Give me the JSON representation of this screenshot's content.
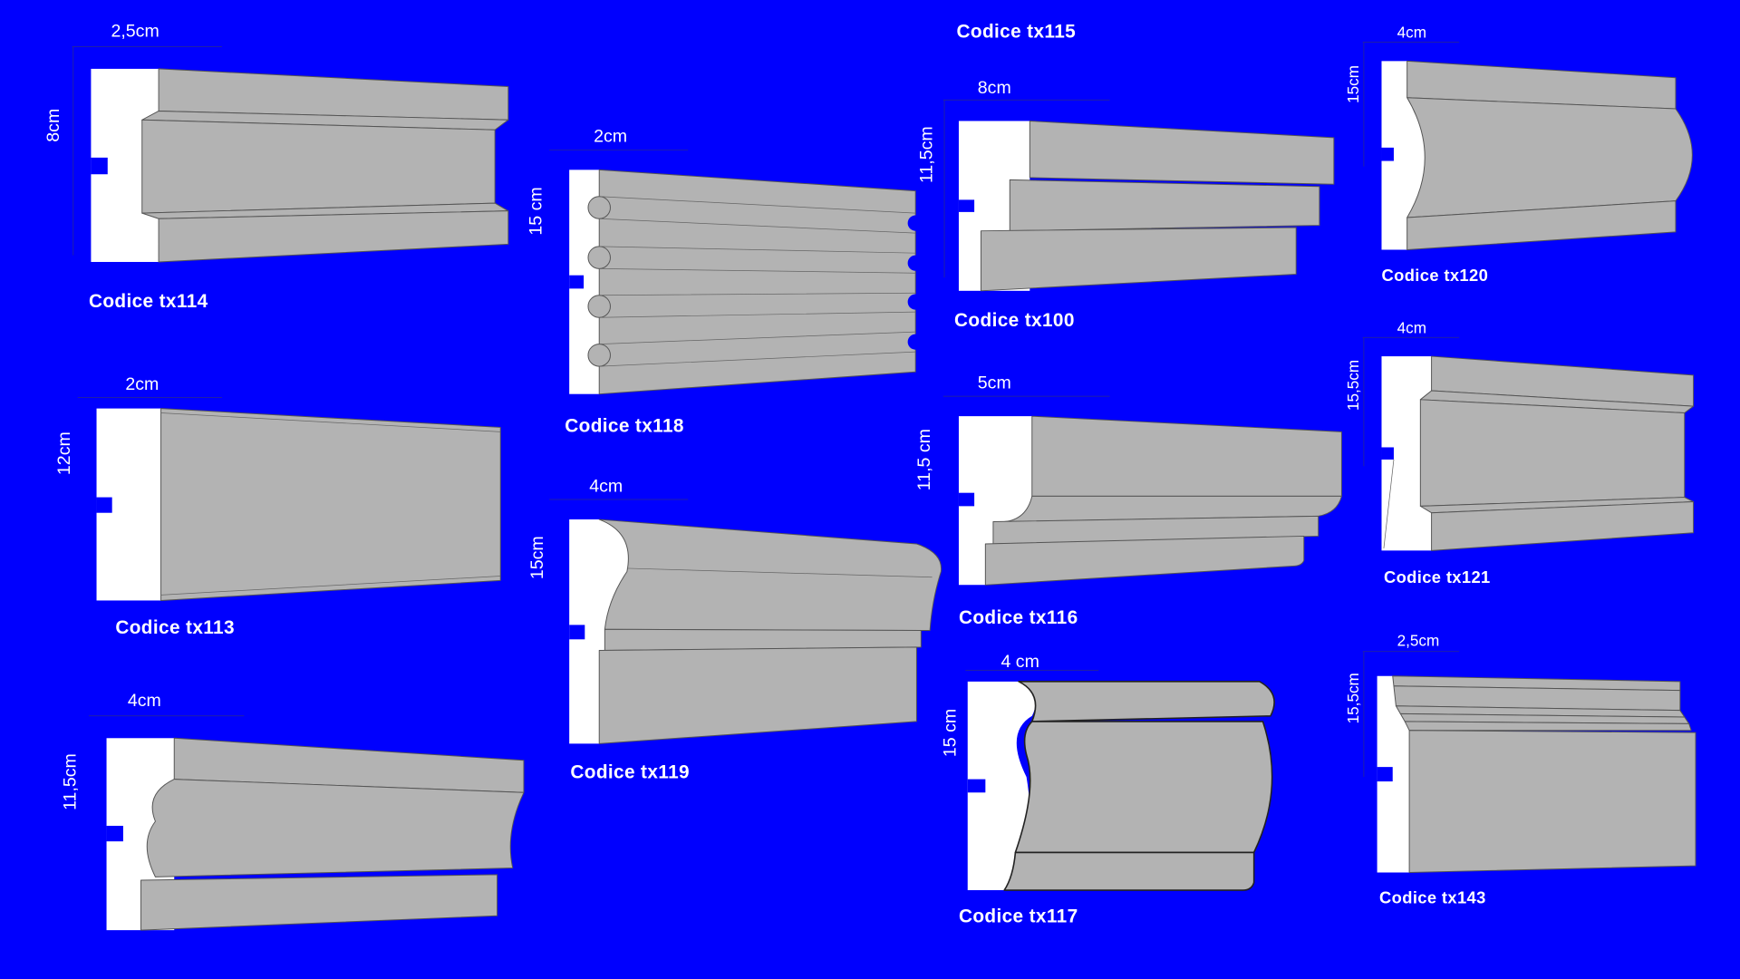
{
  "colors": {
    "background": "#0000fe",
    "profile_face": "#b3b3b3",
    "profile_back": "#ffffff"
  },
  "profiles": [
    {
      "code": "Codice tx114",
      "width": "2,5cm",
      "height": "8cm"
    },
    {
      "code": "Codice tx113",
      "width": "2cm",
      "height": "12cm"
    },
    {
      "code": "",
      "width": "4cm",
      "height": "11,5cm"
    },
    {
      "code": "Codice tx118",
      "width": "2cm",
      "height": "15 cm"
    },
    {
      "code": "Codice tx119",
      "width": "4cm",
      "height": "15cm"
    },
    {
      "code": "Codice tx100",
      "width": "8cm",
      "height": "11,5cm"
    },
    {
      "code": "Codice tx116",
      "width": "5cm",
      "height": "11,5 cm"
    },
    {
      "code": "Codice tx117",
      "width": "4 cm",
      "height": "15 cm"
    },
    {
      "code": "Codice tx120",
      "width": "4cm",
      "height": "15cm"
    },
    {
      "code": "Codice tx121",
      "width": "4cm",
      "height": "15,5cm"
    },
    {
      "code": "Codice tx143",
      "width": "2,5cm",
      "height": "15,5cm"
    }
  ],
  "header_code": "Codice tx115"
}
